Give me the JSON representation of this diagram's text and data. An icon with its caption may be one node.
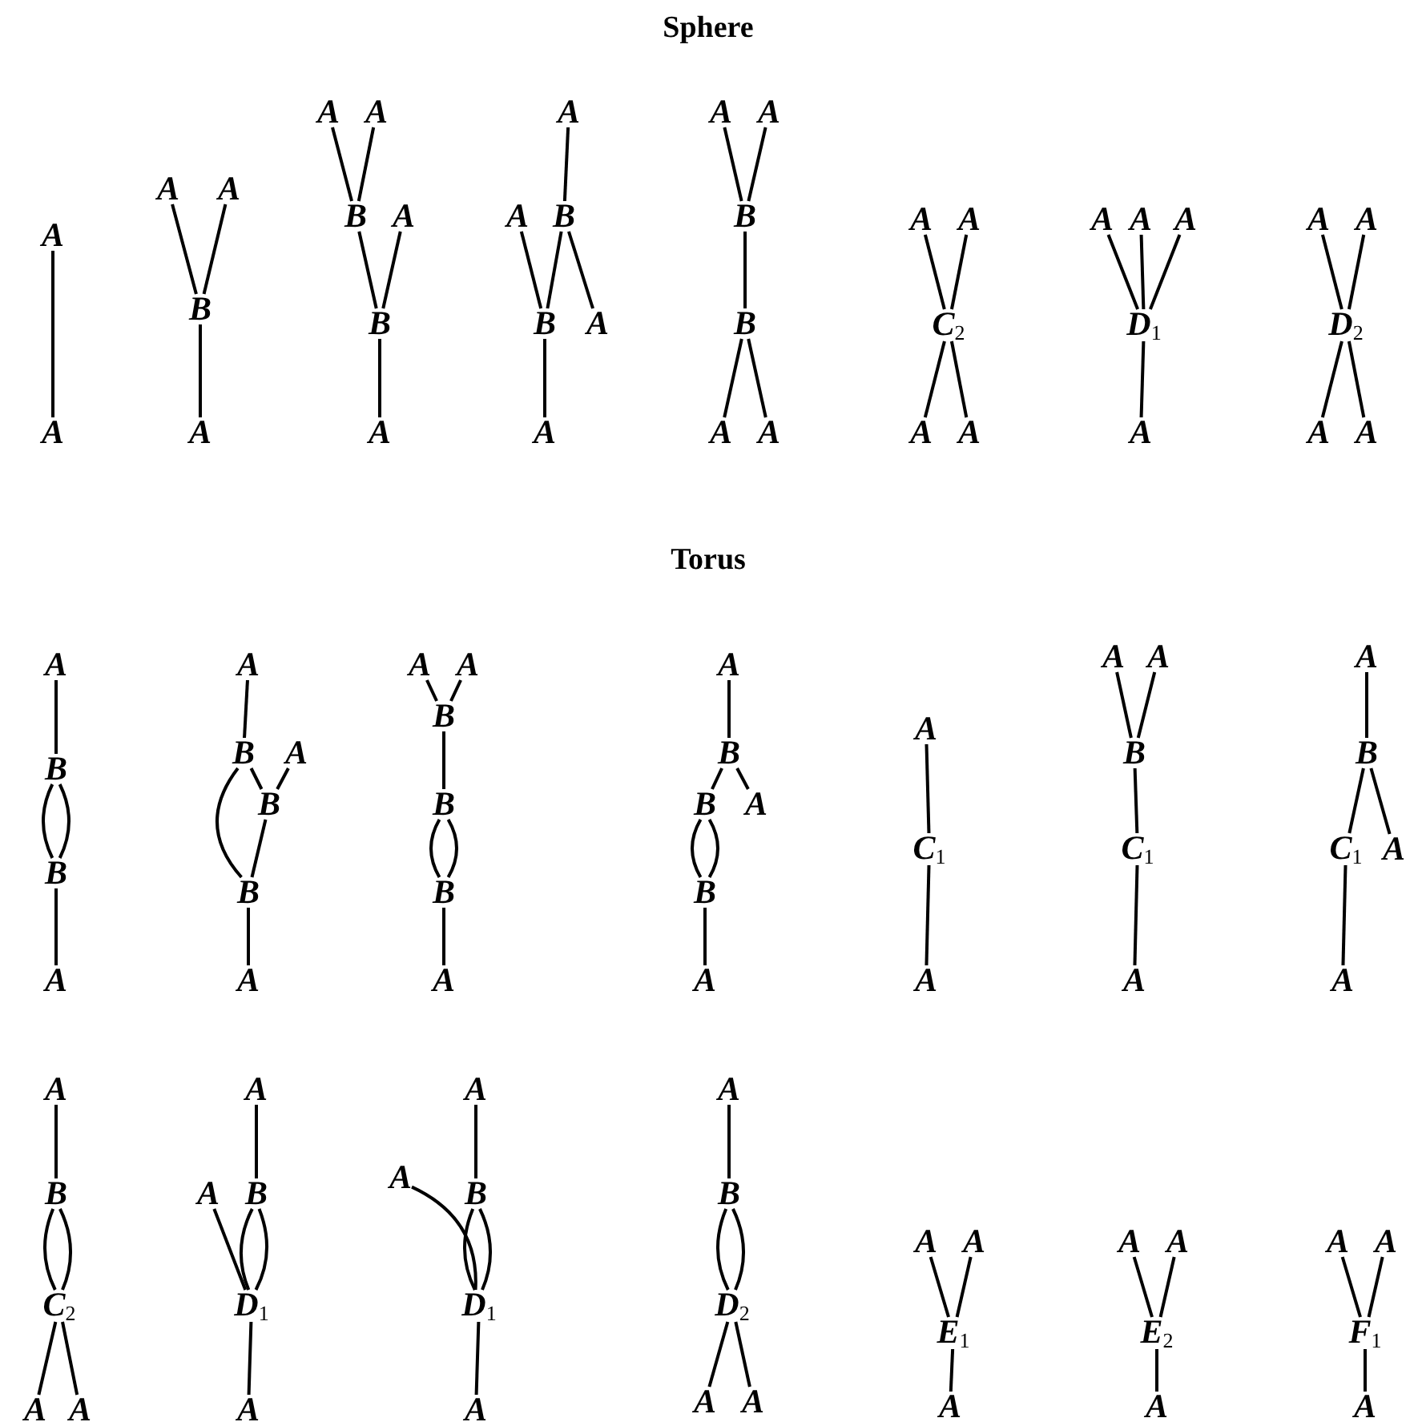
{
  "diagram": {
    "nodes": [
      {
        "text": [
          "A"
        ]
      },
      {
        "text": [
          "A"
        ]
      },
      {
        "text": [
          "A"
        ]
      },
      {
        "text": [
          "A"
        ]
      },
      {
        "text": [
          "B"
        ]
      },
      {
        "text": [
          "A"
        ]
      },
      {
        "text": [
          "A"
        ]
      },
      {
        "text": [
          "A"
        ]
      },
      {
        "text": [
          "B"
        ]
      },
      {
        "text": [
          "A"
        ]
      },
      {
        "text": [
          "B"
        ]
      },
      {
        "text": [
          "A"
        ]
      },
      {
        "text": [
          "A"
        ]
      },
      {
        "text": [
          "A"
        ]
      },
      {
        "text": [
          "B"
        ]
      },
      {
        "text": [
          "B"
        ]
      },
      {
        "text": [
          "A"
        ]
      },
      {
        "text": [
          "A"
        ]
      },
      {
        "text": [
          "A"
        ]
      },
      {
        "text": [
          "A"
        ]
      },
      {
        "text": [
          "B"
        ]
      },
      {
        "text": [
          "B"
        ]
      },
      {
        "text": [
          "A"
        ]
      },
      {
        "text": [
          "A"
        ]
      },
      {
        "text": [
          "A"
        ]
      },
      {
        "text": [
          "A"
        ]
      },
      {
        "text": [
          "C$_{2}$"
        ]
      },
      {
        "text": [
          "A"
        ]
      },
      {
        "text": [
          "A"
        ]
      },
      {
        "text": [
          "A"
        ]
      },
      {
        "text": [
          "A"
        ]
      },
      {
        "text": [
          "A"
        ]
      },
      {
        "text": [
          "D$_{1}$"
        ]
      },
      {
        "text": [
          "A"
        ]
      },
      {
        "text": [
          "A"
        ]
      },
      {
        "text": [
          "A"
        ]
      },
      {
        "text": [
          "D$_{2}$"
        ]
      },
      {
        "text": [
          "A"
        ]
      },
      {
        "text": [
          "A"
        ]
      },
      {
        "text": [
          "A"
        ]
      },
      {
        "text": [
          "B"
        ]
      },
      {
        "text": [
          "B"
        ]
      },
      {
        "text": [
          "A"
        ]
      },
      {
        "text": [
          "A"
        ]
      },
      {
        "text": [
          "B"
        ]
      },
      {
        "text": [
          "A"
        ]
      },
      {
        "text": [
          "B"
        ]
      },
      {
        "text": [
          "B"
        ]
      },
      {
        "text": [
          "A"
        ]
      },
      {
        "text": [
          "A"
        ]
      },
      {
        "text": [
          "A"
        ]
      },
      {
        "text": [
          "B"
        ]
      },
      {
        "text": [
          "B"
        ]
      },
      {
        "text": [
          "B"
        ]
      },
      {
        "text": [
          "A"
        ]
      },
      {
        "text": [
          "A"
        ]
      },
      {
        "text": [
          "B"
        ]
      },
      {
        "text": [
          "B"
        ]
      },
      {
        "text": [
          "A"
        ]
      },
      {
        "text": [
          "B"
        ]
      },
      {
        "text": [
          "A"
        ]
      },
      {
        "text": [
          "A"
        ]
      },
      {
        "text": [
          "C$_{1}$"
        ]
      },
      {
        "text": [
          "A"
        ]
      },
      {
        "text": [
          "A"
        ]
      },
      {
        "text": [
          "A"
        ]
      },
      {
        "text": [
          "B"
        ]
      },
      {
        "text": [
          "C$_{1}$"
        ]
      },
      {
        "text": [
          "A"
        ]
      },
      {
        "text": [
          "A"
        ]
      },
      {
        "text": [
          "B"
        ]
      },
      {
        "text": [
          "C$_{1}$"
        ]
      },
      {
        "text": [
          "A"
        ]
      },
      {
        "text": [
          "A"
        ]
      },
      {
        "text": [
          "A"
        ]
      },
      {
        "text": [
          "B"
        ]
      },
      {
        "text": [
          "C$_{2}$"
        ]
      },
      {
        "text": [
          "A"
        ]
      },
      {
        "text": [
          "A"
        ]
      },
      {
        "text": [
          "A"
        ]
      },
      {
        "text": [
          "A"
        ]
      },
      {
        "text": [
          "B"
        ]
      },
      {
        "text": [
          "D$_{1}$"
        ]
      },
      {
        "text": [
          "A"
        ]
      },
      {
        "text": [
          "A"
        ]
      },
      {
        "text": [
          "A"
        ]
      },
      {
        "text": [
          "B"
        ]
      },
      {
        "text": [
          "D$_{1}$"
        ]
      },
      {
        "text": [
          "A"
        ]
      },
      {
        "text": [
          "A"
        ]
      },
      {
        "text": [
          "B"
        ]
      },
      {
        "text": [
          "D$_{2}$"
        ]
      },
      {
        "text": [
          "A"
        ]
      },
      {
        "text": [
          "A"
        ]
      },
      {
        "text": [
          "A"
        ]
      },
      {
        "text": [
          "A"
        ]
      },
      {
        "text": [
          "E$_{1}$"
        ]
      },
      {
        "text": [
          "A"
        ]
      },
      {
        "text": [
          "A"
        ]
      },
      {
        "text": [
          "A"
        ]
      },
      {
        "text": [
          "E$_{2}$"
        ]
      },
      {
        "text": [
          "A"
        ]
      },
      {
        "text": [
          "A"
        ]
      },
      {
        "text": [
          "A"
        ]
      },
      {
        "text": [
          "F$_{1}$"
        ]
      },
      {
        "text": [
          "A"
        ]
      }
    ],
    "edges": [
      {
        "from": 0,
        "to": 1,
        "arrow": "none"
      },
      {
        "from": 2,
        "to": 4,
        "arrow": "none"
      },
      {
        "from": 3,
        "to": 4,
        "arrow": "none"
      },
      {
        "from": 4,
        "to": 5,
        "arrow": "none"
      },
      {
        "from": 6,
        "to": 8,
        "arrow": "none"
      },
      {
        "from": 7,
        "to": 8,
        "arrow": "none"
      },
      {
        "from": 8,
        "to": 10,
        "arrow": "none"
      },
      {
        "from": 9,
        "to": 10,
        "arrow": "none"
      },
      {
        "from": 10,
        "to": 11,
        "arrow": "none"
      },
      {
        "from": 12,
        "to": 14,
        "arrow": "none"
      },
      {
        "from": 14,
        "to": 15,
        "arrow": "none"
      },
      {
        "from": 13,
        "to": 15,
        "arrow": "none"
      },
      {
        "from": 14,
        "to": 16,
        "arrow": "none"
      },
      {
        "from": 15,
        "to": 17,
        "arrow": "none"
      },
      {
        "from": 18,
        "to": 20,
        "arrow": "none"
      },
      {
        "from": 19,
        "to": 20,
        "arrow": "none"
      },
      {
        "from": 20,
        "to": 21,
        "arrow": "none"
      },
      {
        "from": 21,
        "to": 22,
        "arrow": "none"
      },
      {
        "from": 21,
        "to": 23,
        "arrow": "none"
      },
      {
        "from": 24,
        "to": 26,
        "arrow": "none"
      },
      {
        "from": 25,
        "to": 26,
        "arrow": "none"
      },
      {
        "from": 26,
        "to": 27,
        "arrow": "none"
      },
      {
        "from": 26,
        "to": 28,
        "arrow": "none"
      },
      {
        "from": 29,
        "to": 32,
        "arrow": "none"
      },
      {
        "from": 30,
        "to": 32,
        "arrow": "none"
      },
      {
        "from": 31,
        "to": 32,
        "arrow": "none"
      },
      {
        "from": 32,
        "to": 33,
        "arrow": "none"
      },
      {
        "from": 34,
        "to": 36,
        "arrow": "none"
      },
      {
        "from": 35,
        "to": 36,
        "arrow": "none"
      },
      {
        "from": 36,
        "to": 37,
        "arrow": "none"
      },
      {
        "from": 36,
        "to": 38,
        "arrow": "none"
      },
      {
        "from": 39,
        "to": 40,
        "arrow": "none"
      },
      {
        "from": 40,
        "to": 41,
        "arrow": "none"
      },
      {
        "from": 40,
        "to": 41,
        "arrow": "none"
      },
      {
        "from": 41,
        "to": 42,
        "arrow": "none"
      },
      {
        "from": 43,
        "to": 44,
        "arrow": "none"
      },
      {
        "from": 44,
        "to": 46,
        "arrow": "none"
      },
      {
        "from": 45,
        "to": 46,
        "arrow": "none"
      },
      {
        "from": 44,
        "to": 47,
        "arrow": "none"
      },
      {
        "from": 46,
        "to": 47,
        "arrow": "none"
      },
      {
        "from": 47,
        "to": 48,
        "arrow": "none"
      },
      {
        "from": 49,
        "to": 51,
        "arrow": "none"
      },
      {
        "from": 50,
        "to": 51,
        "arrow": "none"
      },
      {
        "from": 51,
        "to": 52,
        "arrow": "none"
      },
      {
        "from": 52,
        "to": 53,
        "arrow": "none"
      },
      {
        "from": 52,
        "to": 53,
        "arrow": "none"
      },
      {
        "from": 53,
        "to": 54,
        "arrow": "none"
      },
      {
        "from": 55,
        "to": 56,
        "arrow": "none"
      },
      {
        "from": 56,
        "to": 57,
        "arrow": "none"
      },
      {
        "from": 56,
        "to": 58,
        "arrow": "none"
      },
      {
        "from": 57,
        "to": 59,
        "arrow": "none"
      },
      {
        "from": 57,
        "to": 59,
        "arrow": "none"
      },
      {
        "from": 59,
        "to": 60,
        "arrow": "none"
      },
      {
        "from": 61,
        "to": 62,
        "arrow": "none"
      },
      {
        "from": 62,
        "to": 63,
        "arrow": "none"
      },
      {
        "from": 64,
        "to": 66,
        "arrow": "none"
      },
      {
        "from": 65,
        "to": 66,
        "arrow": "none"
      },
      {
        "from": 66,
        "to": 67,
        "arrow": "none"
      },
      {
        "from": 67,
        "to": 68,
        "arrow": "none"
      },
      {
        "from": 69,
        "to": 70,
        "arrow": "none"
      },
      {
        "from": 70,
        "to": 71,
        "arrow": "none"
      },
      {
        "from": 70,
        "to": 72,
        "arrow": "none"
      },
      {
        "from": 71,
        "to": 73,
        "arrow": "none"
      },
      {
        "from": 74,
        "to": 75,
        "arrow": "none"
      },
      {
        "from": 75,
        "to": 76,
        "arrow": "none"
      },
      {
        "from": 75,
        "to": 76,
        "arrow": "none"
      },
      {
        "from": 76,
        "to": 77,
        "arrow": "none"
      },
      {
        "from": 76,
        "to": 78,
        "arrow": "none"
      },
      {
        "from": 79,
        "to": 81,
        "arrow": "none"
      },
      {
        "from": 80,
        "to": 82,
        "arrow": "none"
      },
      {
        "from": 81,
        "to": 82,
        "arrow": "none"
      },
      {
        "from": 81,
        "to": 82,
        "arrow": "none"
      },
      {
        "from": 82,
        "to": 83,
        "arrow": "none"
      },
      {
        "from": 84,
        "to": 86,
        "arrow": "none"
      },
      {
        "from": 85,
        "to": 87,
        "arrow": "none"
      },
      {
        "from": 86,
        "to": 87,
        "arrow": "none"
      },
      {
        "from": 86,
        "to": 87,
        "arrow": "none"
      },
      {
        "from": 87,
        "to": 88,
        "arrow": "none"
      },
      {
        "from": 89,
        "to": 90,
        "arrow": "none"
      },
      {
        "from": 90,
        "to": 91,
        "arrow": "none"
      },
      {
        "from": 90,
        "to": 91,
        "arrow": "none"
      },
      {
        "from": 91,
        "to": 92,
        "arrow": "none"
      },
      {
        "from": 91,
        "to": 93,
        "arrow": "none"
      },
      {
        "from": 94,
        "to": 96,
        "arrow": "none"
      },
      {
        "from": 95,
        "to": 96,
        "arrow": "none"
      },
      {
        "from": 96,
        "to": 97,
        "arrow": "none"
      },
      {
        "from": 98,
        "to": 100,
        "arrow": "none"
      },
      {
        "from": 99,
        "to": 100,
        "arrow": "none"
      },
      {
        "from": 100,
        "to": 101,
        "arrow": "none"
      },
      {
        "from": 102,
        "to": 104,
        "arrow": "none"
      },
      {
        "from": 103,
        "to": 104,
        "arrow": "none"
      },
      {
        "from": 104,
        "to": 105,
        "arrow": "none"
      }
    ],
    "labels": [
      "Sphere",
      "Torus"
    ]
  }
}
